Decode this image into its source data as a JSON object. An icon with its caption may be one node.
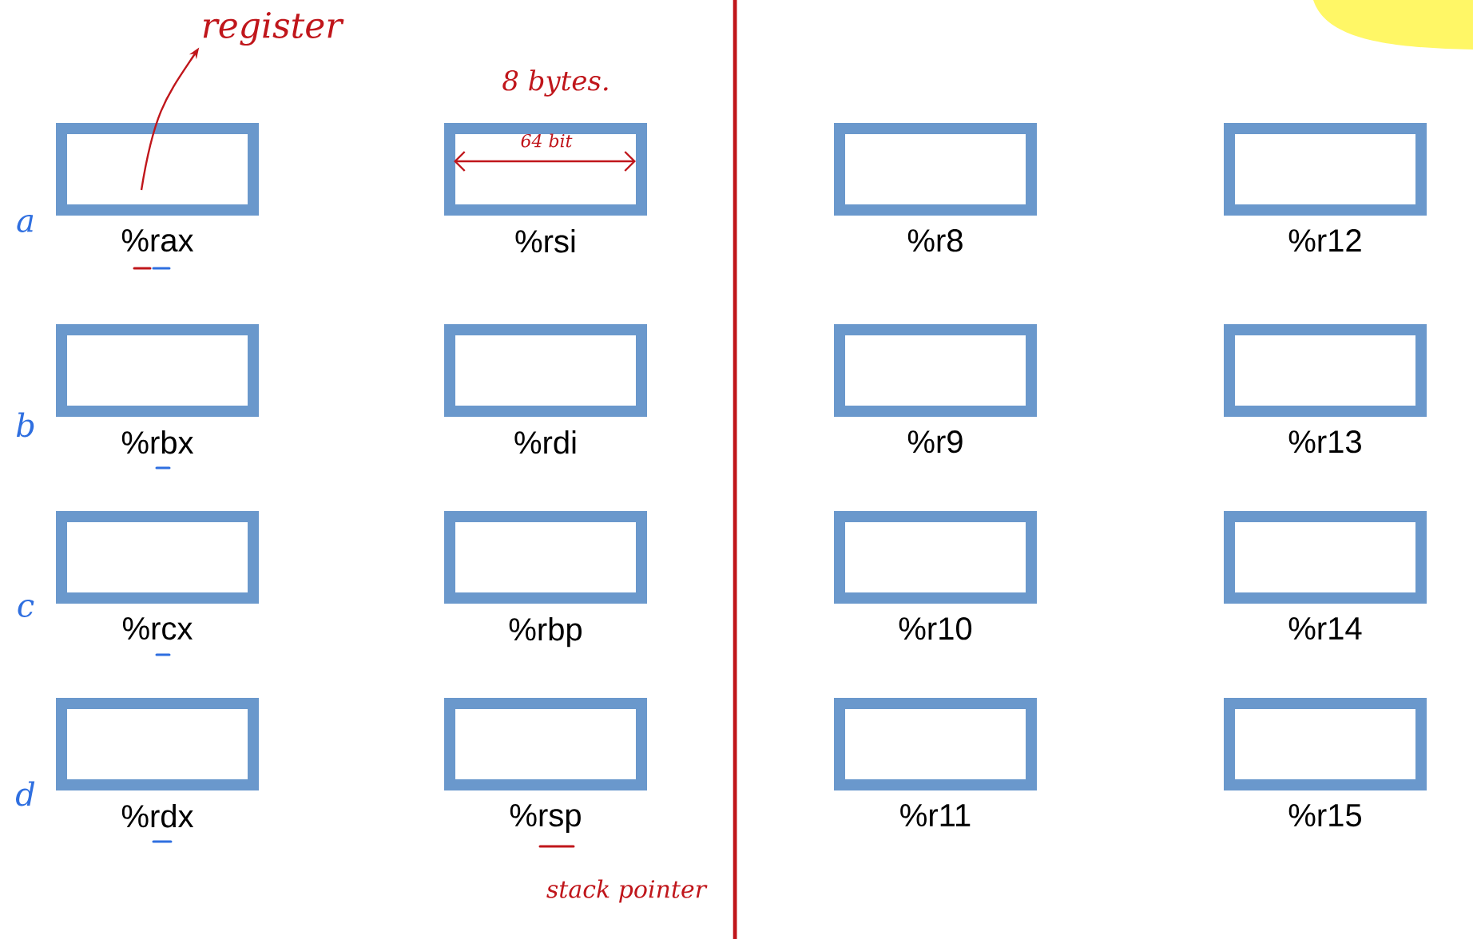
{
  "diagram": {
    "nodes": [
      {
        "text": [
          "register"
        ]
      },
      {
        "text": [
          "%rax"
        ]
      },
      {
        "text": [
          "%rsi"
        ]
      },
      {
        "text": [
          "%r8"
        ]
      },
      {
        "text": [
          "%r12"
        ]
      },
      {
        "text": [
          "%rbx"
        ]
      },
      {
        "text": [
          "%rdi"
        ]
      },
      {
        "text": [
          "%r9"
        ]
      },
      {
        "text": [
          "%r13"
        ]
      },
      {
        "text": [
          "%rcx"
        ]
      },
      {
        "text": [
          "%rbp"
        ]
      },
      {
        "text": [
          "%r10"
        ]
      },
      {
        "text": [
          "%r14"
        ]
      },
      {
        "text": [
          "%rdx"
        ]
      },
      {
        "text": [
          "%rsp"
        ]
      },
      {
        "text": [
          "%r11"
        ]
      },
      {
        "text": [
          "%r15"
        ]
      }
    ],
    "edges": [
      {
        "from": 1,
        "to": 0,
        "arrow": "to",
        "color": "#c0161b"
      }
    ],
    "labels": [
      "8 bytes.",
      "64 bit",
      "a",
      "b",
      "c",
      "d",
      "stack pointer"
    ]
  }
}
